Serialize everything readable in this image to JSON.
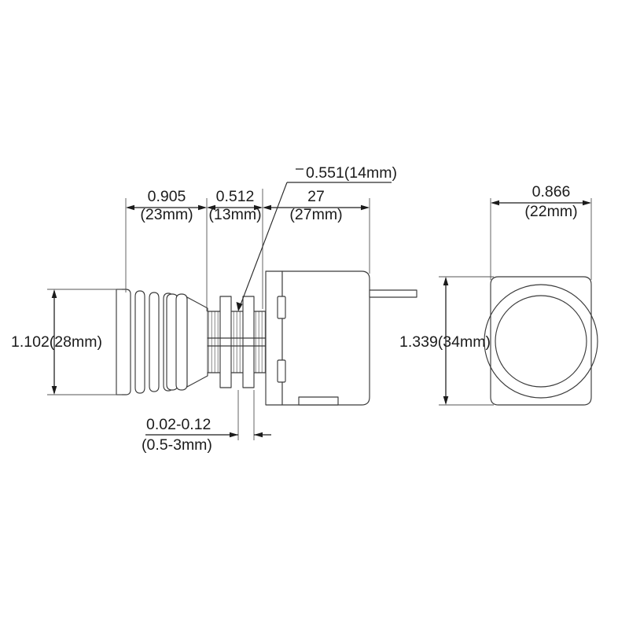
{
  "drawing": {
    "title": "Push Button Switch Dimensional Drawing",
    "background_color": "#ffffff",
    "line_color": "#3a3a3a",
    "dimension_color": "#1b1b1b",
    "views": {
      "side": {
        "name": "Side View",
        "components": [
          "rubber-boot-bellows",
          "tapered-collar",
          "threaded-barrel",
          "mounting-nut-front",
          "mounting-nut-rear",
          "switch-body",
          "terminal-tab-upper",
          "terminal-tab-lower"
        ]
      },
      "front": {
        "name": "Front View",
        "components": [
          "rounded-square-bezel",
          "outer-ring",
          "inner-ring"
        ]
      }
    },
    "dimensions": {
      "boot_length": {
        "label": "boot-length-dimension",
        "inch": "0.905",
        "metric": "(23mm)"
      },
      "collar_length": {
        "label": "collar-length-dimension",
        "inch": "0.512",
        "metric": "(13mm)"
      },
      "body_length": {
        "label": "body-length-dimension",
        "inch": "27",
        "metric": "(27mm)"
      },
      "thread_length": {
        "label": "thread-length-dimension",
        "prefix": "¯",
        "value": "0.551(14mm)"
      },
      "boot_diameter": {
        "label": "boot-diameter-dimension",
        "value": "1.102(28mm)"
      },
      "panel_thickness": {
        "label": "panel-thickness-dimension",
        "inch": "0.02-0.12",
        "metric": "(0.5-3mm)"
      },
      "bezel_width": {
        "label": "bezel-width-dimension",
        "inch": "0.866",
        "metric": "(22mm)"
      },
      "bezel_height": {
        "label": "bezel-height-dimension",
        "value": "1.339(34mm)"
      }
    }
  }
}
